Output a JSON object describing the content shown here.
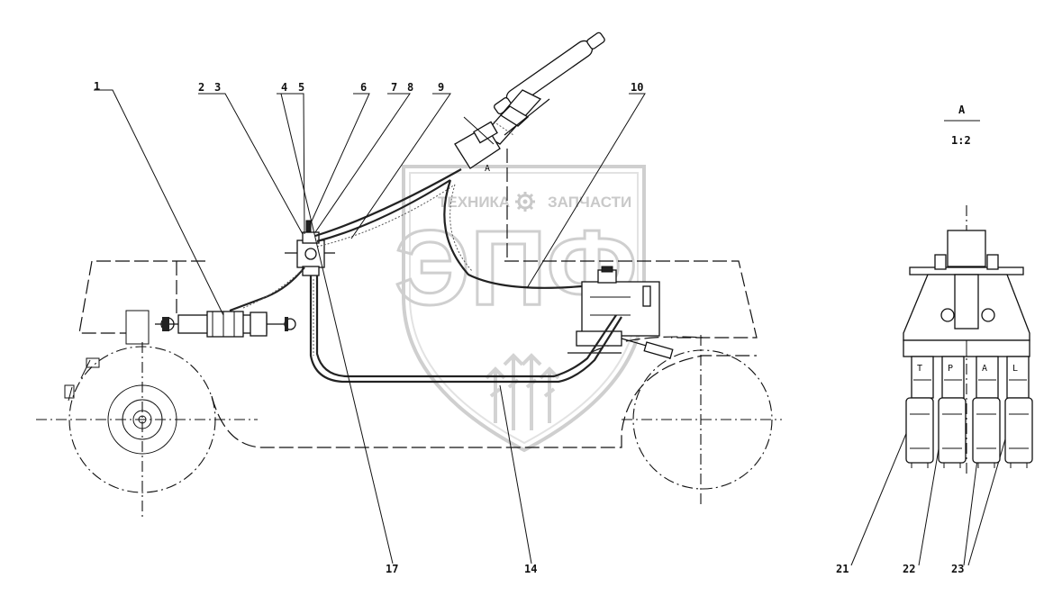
{
  "watermark": {
    "left_word": "ТЕХНИКА",
    "right_word": "ЗАПЧАСТИ",
    "logo": "ЭПФ",
    "gear_icon": "gear-icon",
    "shield_color": "#c8c8c8"
  },
  "callouts": {
    "c1": "1",
    "c2": "2",
    "c3": "3",
    "c4": "4",
    "c5": "5",
    "c6": "6",
    "c7": "7",
    "c8": "8",
    "c9": "9",
    "c10": "10",
    "c14": "14",
    "c17": "17",
    "c21": "21",
    "c22": "22",
    "c23": "23"
  },
  "view": {
    "name": "А",
    "scale": "1:2",
    "marker": "А"
  },
  "port_marks": [
    "Т",
    "Р",
    "А",
    "L"
  ]
}
